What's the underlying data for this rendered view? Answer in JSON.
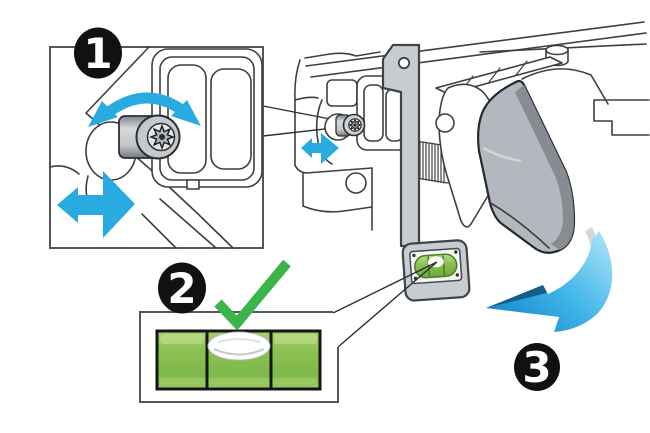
{
  "steps": [
    {
      "label": "1"
    },
    {
      "label": "2"
    },
    {
      "label": "3"
    }
  ],
  "icons": {
    "step1_rotate": "curved-double-arrow-icon",
    "step1_slide": "horizontal-double-arrow-icon",
    "step2_ok": "checkmark-icon",
    "step3_swing": "curved-swing-arrow-icon",
    "level": "spirit-level-bubble"
  },
  "colors": {
    "arrow_cyan": "#29ABE2",
    "check_green": "#3BB54A",
    "badge_black": "#111111",
    "badge_text": "#FFFFFF",
    "bracket_gray": "#C7CCD1",
    "part_gray": "#B2B8BD",
    "part_gray_dark": "#868C92",
    "level_green": "#8CC152",
    "swoosh_dark": "#145E8C",
    "outline": "#3F3F3F"
  }
}
